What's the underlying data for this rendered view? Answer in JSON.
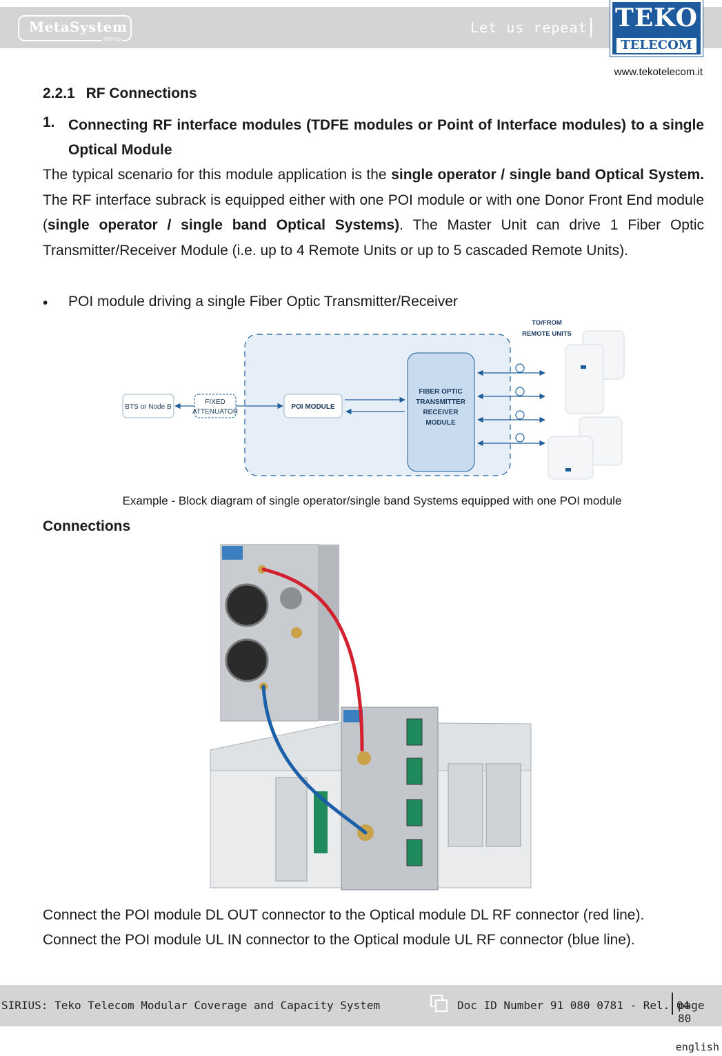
{
  "header": {
    "metasystem_name": "MetaSystem",
    "metasystem_group": "Group",
    "tagline": "Let us repeat!",
    "teko_word": "TEKO",
    "telecom_word": "TELECOM",
    "website": "www.tekotelecom.it"
  },
  "section": {
    "number": "2.2.1",
    "title": "RF Connections"
  },
  "item": {
    "number": "1.",
    "heading": "Connecting RF interface modules (TDFE modules or Point of Interface modules) to a single Optical Module"
  },
  "paragraph": {
    "p1": "The typical scenario for this module application is the ",
    "b1": "single operator / single band Optical System.",
    "p2": " The RF interface subrack is equipped either with one POI module or with one Donor Front End module (",
    "b2": "single operator / single band Optical Systems)",
    "p3": ". The Master Unit can drive 1 Fiber Optic Transmitter/Receiver Module (i.e. up to 4 Remote Units or up to 5 cascaded Remote Units)."
  },
  "bullet": {
    "symbol": "•",
    "text": "POI module driving a single Fiber Optic Transmitter/Receiver"
  },
  "diagram": {
    "bts_label": "BTS or Node B",
    "attenuator_line1": "FIXED",
    "attenuator_line2": "ATTENUATOR",
    "poi_label": "POI MODULE",
    "fiber_line1": "FIBER OPTIC",
    "fiber_line2": "TRANSMITTER",
    "fiber_line3": "RECEIVER",
    "fiber_line4": "MODULE",
    "remote_line1": "TO/FROM",
    "remote_line2": "REMOTE UNITS",
    "caption": "Example - Block diagram of single operator/single band Systems equipped with one POI module"
  },
  "connections_heading": "Connections",
  "instructions": [
    "Connect the POI module DL OUT connector to the Optical module DL RF connector (red line).",
    "Connect the POI module UL IN connector to the Optical module UL RF connector (blue line)."
  ],
  "footer": {
    "title": "SIRIUS: Teko Telecom Modular Coverage and Capacity System",
    "doc_id": "Doc ID Number 91 080 0781 - Rel. 04",
    "page": "page 80",
    "language": "english"
  },
  "colors": {
    "brand_blue": "#1e5a9e",
    "bar_grey": "#d4d4d4",
    "diagram_blue": "#1b5c9a",
    "red_cable": "#d3202e",
    "blue_cable": "#1a5fa8"
  }
}
